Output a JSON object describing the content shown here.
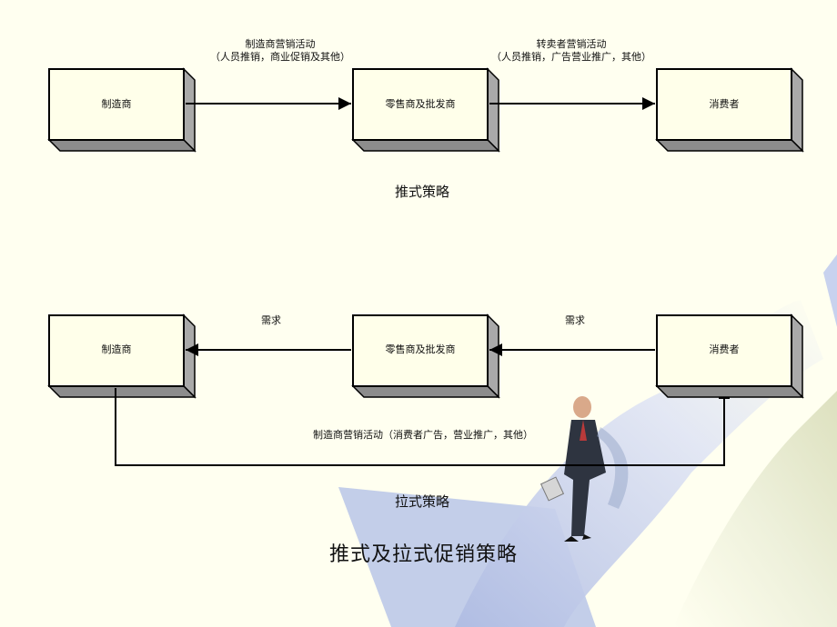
{
  "push": {
    "boxes": [
      "制造商",
      "零售商及批发商",
      "消费者"
    ],
    "arrow1_label": [
      "制造商营销活动",
      "（人员推销，商业促销及其他）"
    ],
    "arrow2_label": [
      "转卖者营销活动",
      "（人员推销，广告营业推广，其他）"
    ],
    "caption": "推式策略"
  },
  "pull": {
    "boxes": [
      "制造商",
      "零售商及批发商",
      "消费者"
    ],
    "arrow1_label": "需求",
    "arrow2_label": "需求",
    "bottom_label": "制造商营销活动（消费者广告，营业推广，其他）",
    "caption": "拉式策略"
  },
  "title": "推式及拉式促销策略",
  "colors": {
    "background": "#fffff0",
    "box_face": "#ffffea",
    "box_side": "#a9a9a9",
    "line": "#000000",
    "decor": "#b9c7e6"
  }
}
